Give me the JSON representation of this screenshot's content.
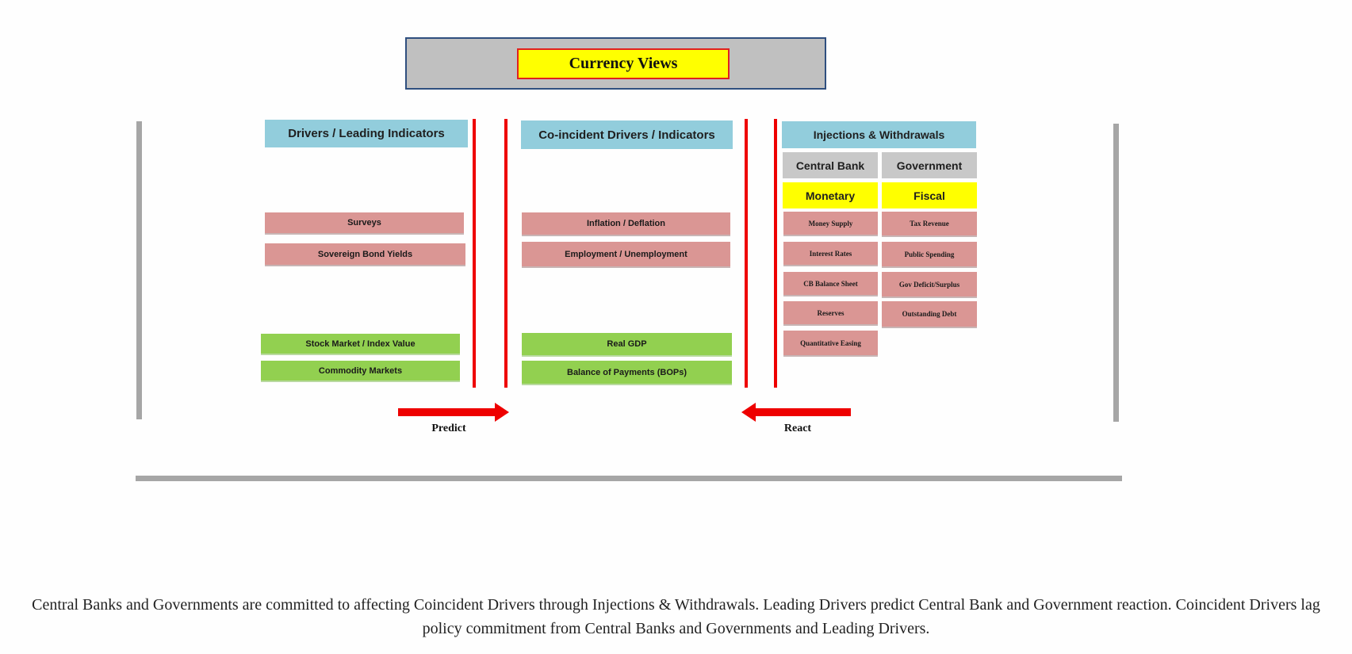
{
  "title": "Currency Views",
  "columns": {
    "leading": {
      "header": "Drivers / Leading Indicators",
      "pink_items": [
        "Surveys",
        "Sovereign Bond Yields"
      ],
      "green_items": [
        "Stock Market / Index Value",
        "Commodity Markets"
      ]
    },
    "coincident": {
      "header": "Co-incident Drivers / Indicators",
      "pink_items": [
        "Inflation / Deflation",
        "Employment / Unemployment"
      ],
      "green_items": [
        "Real GDP",
        "Balance of Payments (BOPs)"
      ]
    },
    "injections": {
      "header": "Injections & Withdrawals",
      "central_bank": {
        "label": "Central Bank",
        "policy": "Monetary",
        "items": [
          "Money Supply",
          "Interest Rates",
          "CB Balance Sheet",
          "Reserves",
          "Quantitative Easing"
        ]
      },
      "government": {
        "label": "Government",
        "policy": "Fiscal",
        "items": [
          "Tax Revenue",
          "Public Spending",
          "Gov Deficit/Surplus",
          "Outstanding Debt"
        ]
      }
    }
  },
  "arrows": {
    "predict": "Predict",
    "react": "React"
  },
  "caption": "Central Banks and Governments are committed to affecting Coincident Drivers through Injections & Withdrawals. Leading Drivers predict Central Bank and Government reaction. Coincident Drivers lag policy commitment from Central Banks and Governments and Leading Drivers.",
  "colors": {
    "header_blue": "#92cddc",
    "pink": "#da9694",
    "green": "#92d050",
    "yellow": "#ffff00",
    "red": "#ee0000",
    "frame_grey": "#a6a6a6"
  }
}
